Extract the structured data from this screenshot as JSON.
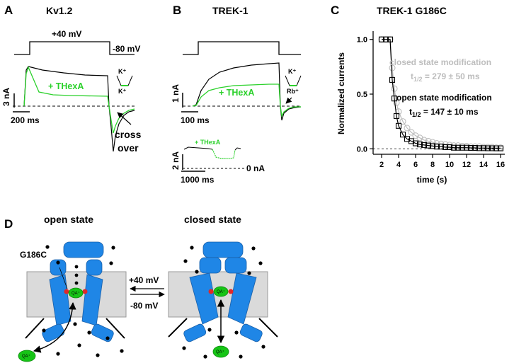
{
  "panelA": {
    "letter": "A",
    "title": "Kv1.2",
    "step_high": "+40 mV",
    "step_low": "-80 mV",
    "drug": "+ THexA",
    "ion_top": "K⁺",
    "ion_bottom": "K⁺",
    "scale_y": "3 nA",
    "scale_x": "200 ms",
    "annotation_1": "cross",
    "annotation_2": "over"
  },
  "panelB": {
    "letter": "B",
    "title": "TREK-1",
    "drug": "+ THexA",
    "ion_top": "K⁺",
    "ion_bottom": "Rb⁺",
    "scale_y": "1 nA",
    "scale_x": "100 ms",
    "inset_drug": "+ THexA",
    "inset_scale_y": "2 nA",
    "inset_scale_x": "1000 ms",
    "inset_zero": "0 nA"
  },
  "panelC": {
    "letter": "C",
    "title": "TREK-1 G186C",
    "closed_label": "closed state modification",
    "closed_t_prefix": "t",
    "closed_t_sub": "1/2",
    "closed_t_value": " = 279 ± 50 ms",
    "open_label": "open state modification",
    "open_t_prefix": "t",
    "open_t_sub": "1/2",
    "open_t_value": " = 147 ± 10 ms",
    "colors": {
      "open": "#000000",
      "closed": "#bdbdbd"
    }
  },
  "panelD": {
    "letter": "D",
    "open_title": "open state",
    "closed_title": "closed state",
    "mutation": "G186C",
    "ion_label": "QA⁺",
    "arrow_top": "+40 mV",
    "arrow_bottom": "-80 mV",
    "colors": {
      "channel": "#1f86e6",
      "membrane": "#dadada",
      "qa": "#16c416",
      "site": "#e0282a"
    }
  },
  "chart_data": {
    "type": "scatter",
    "title": "TREK-1 G186C",
    "xlabel": "time (s)",
    "ylabel": "Normalized currents",
    "xlim": [
      1,
      16.5
    ],
    "ylim": [
      -0.05,
      1.05
    ],
    "xticks": [
      2,
      4,
      6,
      8,
      10,
      12,
      14,
      16
    ],
    "yticks": [
      0.0,
      0.5,
      1.0
    ],
    "xtick_labels": [
      "2",
      "4",
      "6",
      "8",
      "10",
      "12",
      "14",
      "16"
    ],
    "ytick_labels": [
      "0.0",
      "0.5",
      "1.0"
    ],
    "grid": false,
    "series": [
      {
        "name": "closed state modification",
        "color": "#bdbdbd",
        "x": [
          2.0,
          2.5,
          3.0,
          3.25,
          3.5,
          3.75,
          4.0,
          4.5,
          5.0,
          5.5,
          6.0,
          6.5,
          7.0,
          7.5,
          8.0,
          8.5,
          9.0,
          9.5,
          10.0,
          10.5,
          11.0,
          11.5,
          12.0,
          12.5,
          13.0,
          13.5,
          14.0,
          14.5,
          15.0,
          15.5,
          16.0
        ],
        "y": [
          1.0,
          1.0,
          1.0,
          0.74,
          0.55,
          0.42,
          0.34,
          0.25,
          0.19,
          0.15,
          0.12,
          0.1,
          0.08,
          0.07,
          0.06,
          0.05,
          0.045,
          0.04,
          0.035,
          0.03,
          0.03,
          0.025,
          0.025,
          0.02,
          0.02,
          0.02,
          0.015,
          0.015,
          0.015,
          0.01,
          0.01
        ]
      },
      {
        "name": "open state modification",
        "color": "#000000",
        "x": [
          2.0,
          2.5,
          3.0,
          3.25,
          3.5,
          3.75,
          4.0,
          4.5,
          5.0,
          5.5,
          6.0,
          6.5,
          7.0,
          7.5,
          8.0,
          8.5,
          9.0,
          9.5,
          10.0,
          10.5,
          11.0,
          11.5,
          12.0,
          12.5,
          13.0,
          13.5,
          14.0,
          14.5,
          15.0,
          15.5,
          16.0
        ],
        "y": [
          1.0,
          1.0,
          1.0,
          0.63,
          0.46,
          0.3,
          0.21,
          0.13,
          0.09,
          0.07,
          0.05,
          0.04,
          0.035,
          0.03,
          0.025,
          0.02,
          0.02,
          0.015,
          0.015,
          0.01,
          0.01,
          0.01,
          0.01,
          0.008,
          0.008,
          0.006,
          0.006,
          0.005,
          0.005,
          0.004,
          0.004
        ]
      }
    ]
  }
}
